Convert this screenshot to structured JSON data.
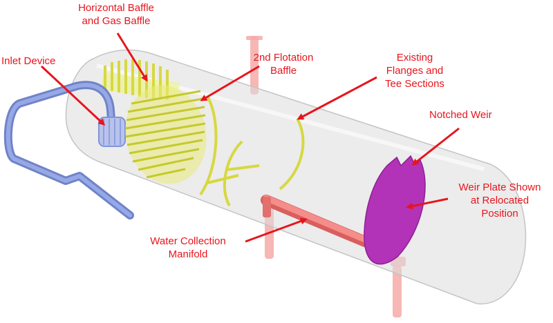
{
  "colors": {
    "label_text": "#e8141c",
    "arrow": "#e8141c",
    "vessel_fill": "#d9d9d9",
    "vessel_stroke": "#bdbdbd",
    "baffle": "#d7d840",
    "baffle_dark": "#a9aa1d",
    "inlet_pipe": "#7f93d8",
    "manifold": "#f07a78",
    "nozzle": "#f4aaa8",
    "weir_plate": "#b233b8"
  },
  "labels": {
    "horizontal_baffle": {
      "line1": "Horizontal Baffle",
      "line2": "and Gas Baffle"
    },
    "inlet_device": {
      "line1": "Inlet Device"
    },
    "flotation_baffle": {
      "line1": "2nd Flotation",
      "line2": "Baffle"
    },
    "existing_flanges": {
      "line1": "Existing",
      "line2": "Flanges and",
      "line3": "Tee Sections"
    },
    "notched_weir": {
      "line1": "Notched Weir"
    },
    "weir_plate": {
      "line1": "Weir Plate Shown",
      "line2": "at Relocated",
      "line3": "Position"
    },
    "water_manifold": {
      "line1": "Water Collection",
      "line2": "Manifold"
    }
  },
  "icons": {
    "vessel": "cylinder-vessel-shape",
    "inlet": "bent-pipe-shape",
    "weir": "elliptical-plate-shape"
  }
}
